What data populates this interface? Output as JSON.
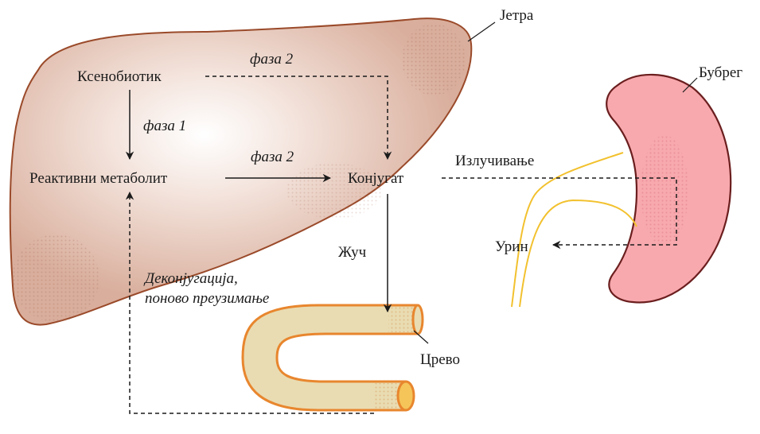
{
  "labels": {
    "liver": "Јетра",
    "kidney": "Бубрег",
    "xenobiotic": "Ксенобиотик",
    "reactive_metabolite": "Реактивни метаболит",
    "conjugate": "Конјугат",
    "excretion": "Излучивање",
    "urine": "Урин",
    "bile": "Жуч",
    "intestine": "Црево"
  },
  "arrow_labels": {
    "phase2_top": "фаза 2",
    "phase1": "фаза 1",
    "phase2_mid": "фаза 2",
    "deconjugation_line1": "Деконјугација,",
    "deconjugation_line2": "поново преузимање"
  },
  "colors": {
    "liver_fill": "#dcb4a3",
    "liver_stroke": "#9a4a2a",
    "kidney_fill": "#f7a9ae",
    "kidney_stroke": "#6b1e1e",
    "intestine_fill": "#e9dcb2",
    "intestine_stroke": "#e8862e",
    "ureter": "#f2c12e",
    "arrow": "#1a1a1a"
  }
}
